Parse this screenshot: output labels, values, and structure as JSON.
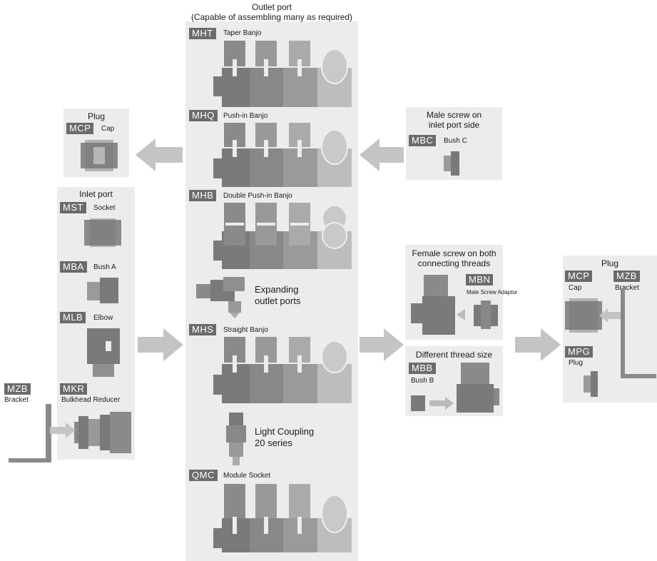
{
  "outlet": {
    "title_line1": "Outlet port",
    "title_line2": "(Capable of assembling many as required)",
    "items": [
      {
        "code": "MHT",
        "name": "Taper Banjo"
      },
      {
        "code": "MHQ",
        "name": "Push-in Banjo"
      },
      {
        "code": "MHB",
        "name": "Double Push-in Banjo"
      },
      {
        "code": "MHS",
        "name": "Straight Banjo"
      },
      {
        "code": "QMC",
        "name": "Module Socket"
      }
    ],
    "expanding_line1": "Expanding",
    "expanding_line2": "outlet ports",
    "coupling_line1": "Light Coupling",
    "coupling_line2": "20 series"
  },
  "plug_left": {
    "title": "Plug",
    "code": "MCP",
    "name": "Cap"
  },
  "inlet": {
    "title": "Inlet port",
    "items": [
      {
        "code": "MST",
        "name": "Socket"
      },
      {
        "code": "MBA",
        "name": "Bush A"
      },
      {
        "code": "MLB",
        "name": "Elbow"
      },
      {
        "code": "MKR",
        "name": "Bulkhead Reducer"
      }
    ]
  },
  "bracket_left": {
    "code": "MZB",
    "name": "Bracket"
  },
  "male_screw": {
    "title_line1": "Male screw on",
    "title_line2": "inlet port side",
    "code": "MBC",
    "name": "Bush C"
  },
  "female_screw": {
    "title_line1": "Female screw on both",
    "title_line2": "connecting threads",
    "code": "MBN",
    "name": "Male Screw Adaptor"
  },
  "thread_size": {
    "title": "Different thread size",
    "code": "MBB",
    "name": "Bush B"
  },
  "plug_right": {
    "title": "Plug",
    "cap": {
      "code": "MCP",
      "name": "Cap"
    },
    "bracket": {
      "code": "MZB",
      "name": "Bracket"
    },
    "plug": {
      "code": "MPG",
      "name": "Plug"
    }
  },
  "colors": {
    "panel": "#ececec",
    "code_badge": "#6b6b6b",
    "arrow": "#c4c4c4",
    "part_dark": "#7a7a7a",
    "part_mid": "#9a9a9a",
    "part_light": "#bdbdbd"
  }
}
